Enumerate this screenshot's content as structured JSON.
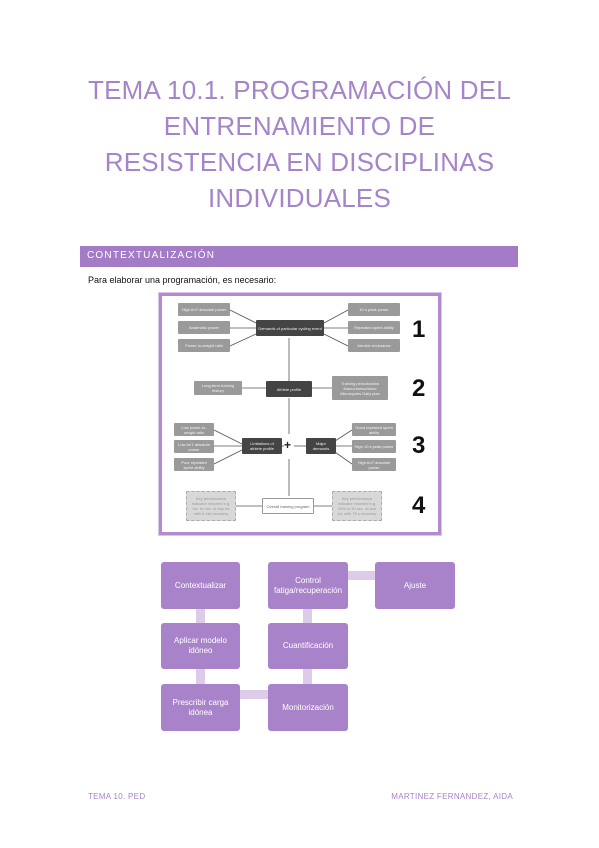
{
  "title_lines": [
    "TEMA 10.1. PROGRAMACIÓN DEL",
    "ENTRENAMIENTO DE",
    "RESISTENCIA EN DISCIPLINAS",
    "INDIVIDUALES"
  ],
  "section": "CONTEXTUALIZACIÓN",
  "intro": "Para elaborar una programación, es necesario:",
  "figure": {
    "row1_left": [
      "High AnT absolute power",
      "Anaerobic power",
      "Power-to-weight ratio"
    ],
    "row1_center": "Demands of particular cycling event",
    "row1_right": [
      "10 s peak power",
      "Repeated sprint ability",
      "Aerobic endurance"
    ],
    "row2_left": "Long-term training history",
    "row2_center": "Athlete profile",
    "row2_right": "Training periodization Macro/meso/micro Microcycles Daily plan",
    "row3_left": [
      "Low power-to-weight ratio",
      "Low AnT absolute power",
      "Poor repeated sprint ability"
    ],
    "row3_center_left": "Limitations of athlete profile",
    "row3_plus": "+",
    "row3_center_right": "Major demands",
    "row3_right": [
      "Good repeated sprint ability",
      "High 10 s peak power",
      "High AnT absolute power"
    ],
    "row4_left": "Key performance indicator reached e.g. Inc. in min. of sbp tot with 2 min recovery",
    "row4_center": "Overall training program",
    "row4_right": "Key performance indicator reached e.g. 10% in 30 sec. at tool int. with 75 s recovery",
    "numbers": [
      "1",
      "2",
      "3",
      "4"
    ]
  },
  "diagram": {
    "contextualizar": "Contextualizar",
    "aplicar": "Aplicar modelo idóneo",
    "prescribir": "Prescribir carga idónea",
    "control": "Control fatiga/recuperación",
    "cuantificacion": "Cuantificación",
    "monitorizacion": "Monitorización",
    "ajuste": "Ajuste"
  },
  "footer": {
    "left": "TEMA 10. PED",
    "right": "MARTINEZ FERNANDEZ, AIDA"
  },
  "colors": {
    "title": "#a684c9",
    "section_bar": "#a47bc7",
    "node": "#a883c9",
    "connector": "#dccbe9"
  }
}
